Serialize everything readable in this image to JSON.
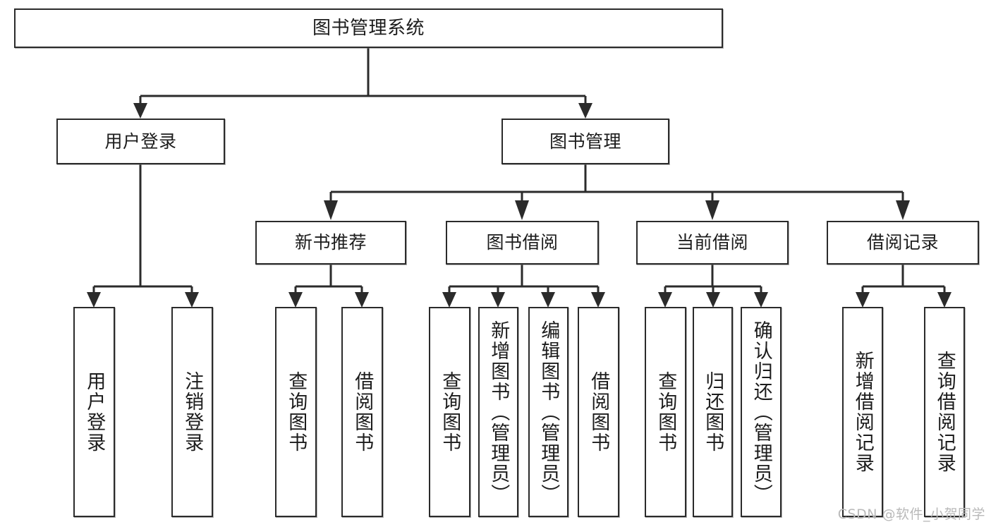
{
  "diagram": {
    "title": "图书管理系统",
    "type": "tree",
    "stroke_color": "#2b2b2b",
    "fill_color": "#ffffff",
    "text_color": "#1c1c1c"
  },
  "nodes": {
    "root": {
      "label": "图书管理系统"
    },
    "level2": [
      {
        "id": "user-login",
        "label": "用户登录"
      },
      {
        "id": "book-manage",
        "label": "图书管理"
      }
    ],
    "level3": [
      {
        "id": "new-book-recommend",
        "label": "新书推荐"
      },
      {
        "id": "book-borrow",
        "label": "图书借阅"
      },
      {
        "id": "current-borrow",
        "label": "当前借阅"
      },
      {
        "id": "borrow-record",
        "label": "借阅记录"
      }
    ],
    "leaves": {
      "user_login": [
        {
          "id": "leaf-user-login",
          "label": "用户登录"
        },
        {
          "id": "leaf-logout-login",
          "label": "注销登录"
        }
      ],
      "new_book_recommend": [
        {
          "id": "leaf-query-book-1",
          "label": "查询图书"
        },
        {
          "id": "leaf-borrow-book-1",
          "label": "借阅图书"
        }
      ],
      "book_borrow": [
        {
          "id": "leaf-query-book-2",
          "label": "查询图书"
        },
        {
          "id": "leaf-add-book",
          "label": "新增图书（管理员）"
        },
        {
          "id": "leaf-edit-book",
          "label": "编辑图书（管理员）"
        },
        {
          "id": "leaf-borrow-book-2",
          "label": "借阅图书"
        }
      ],
      "current_borrow": [
        {
          "id": "leaf-query-book-3",
          "label": "查询图书"
        },
        {
          "id": "leaf-return-book",
          "label": "归还图书"
        },
        {
          "id": "leaf-confirm-return",
          "label": "确认归还（管理员）"
        }
      ],
      "borrow_record": [
        {
          "id": "leaf-add-record",
          "label": "新增借阅记录"
        },
        {
          "id": "leaf-query-record",
          "label": "查询借阅记录"
        }
      ]
    }
  },
  "watermark": {
    "text": "CSDN @软件_小贺同学"
  }
}
